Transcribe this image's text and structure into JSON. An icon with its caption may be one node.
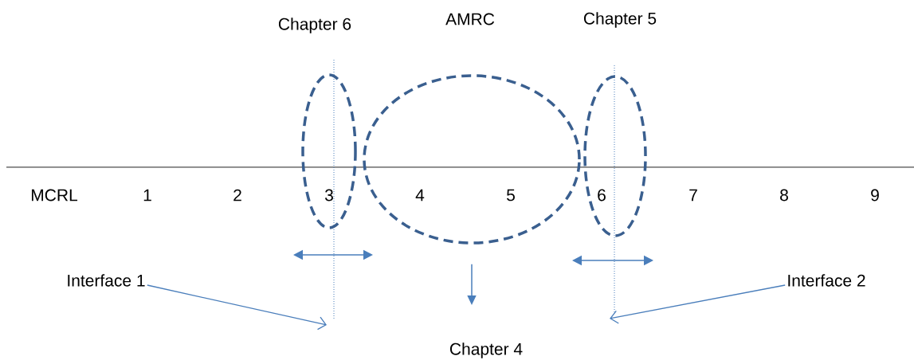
{
  "diagram": {
    "nodes": [
      {
        "text": [],
        "shape": "ellipse",
        "beside": [
          "Chapter 6"
        ]
      },
      {
        "text": [],
        "shape": "ellipse",
        "beside": [
          "AMRC"
        ]
      },
      {
        "text": [],
        "shape": "ellipse",
        "beside": [
          "Chapter 5"
        ]
      },
      {
        "text": [
          "Interface 1"
        ]
      },
      {
        "text": [
          "Interface 2"
        ]
      },
      {
        "text": [
          "Chapter 4"
        ]
      }
    ],
    "edges": [
      {
        "from": 3,
        "to": null,
        "arrow": "to"
      },
      {
        "from": 4,
        "to": null,
        "arrow": "to"
      },
      {
        "from": 1,
        "to": 5,
        "arrow": "to"
      }
    ],
    "labels": [
      "MCRL",
      "1",
      "2",
      "3",
      "4",
      "5",
      "6",
      "7",
      "8",
      "9"
    ]
  }
}
